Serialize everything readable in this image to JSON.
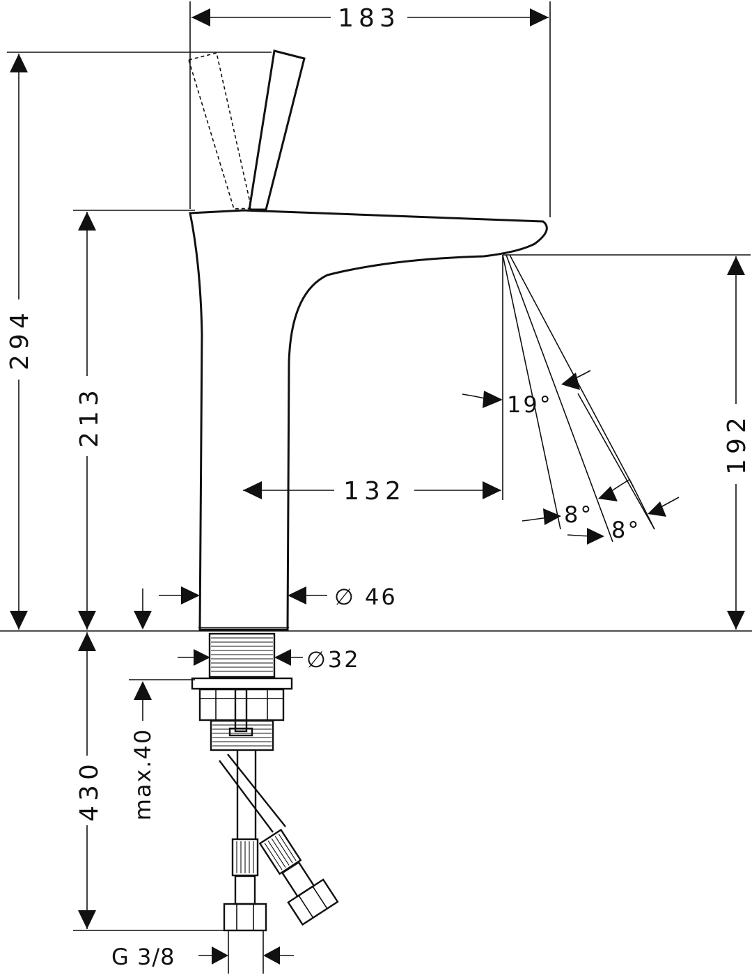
{
  "diagram": {
    "dimensions": {
      "overall_width": "183",
      "overall_height": "294",
      "body_height": "213",
      "spout_height": "192",
      "spout_reach": "132",
      "body_diameter": "∅ 46",
      "shank_diameter": "∅32",
      "hose_length": "430",
      "max_counter_thickness": "max.40",
      "connection_thread": "G 3/8"
    },
    "angles": {
      "spray_angle": "19°",
      "spray_angle_a": "8°",
      "spray_angle_b": "8°"
    }
  }
}
